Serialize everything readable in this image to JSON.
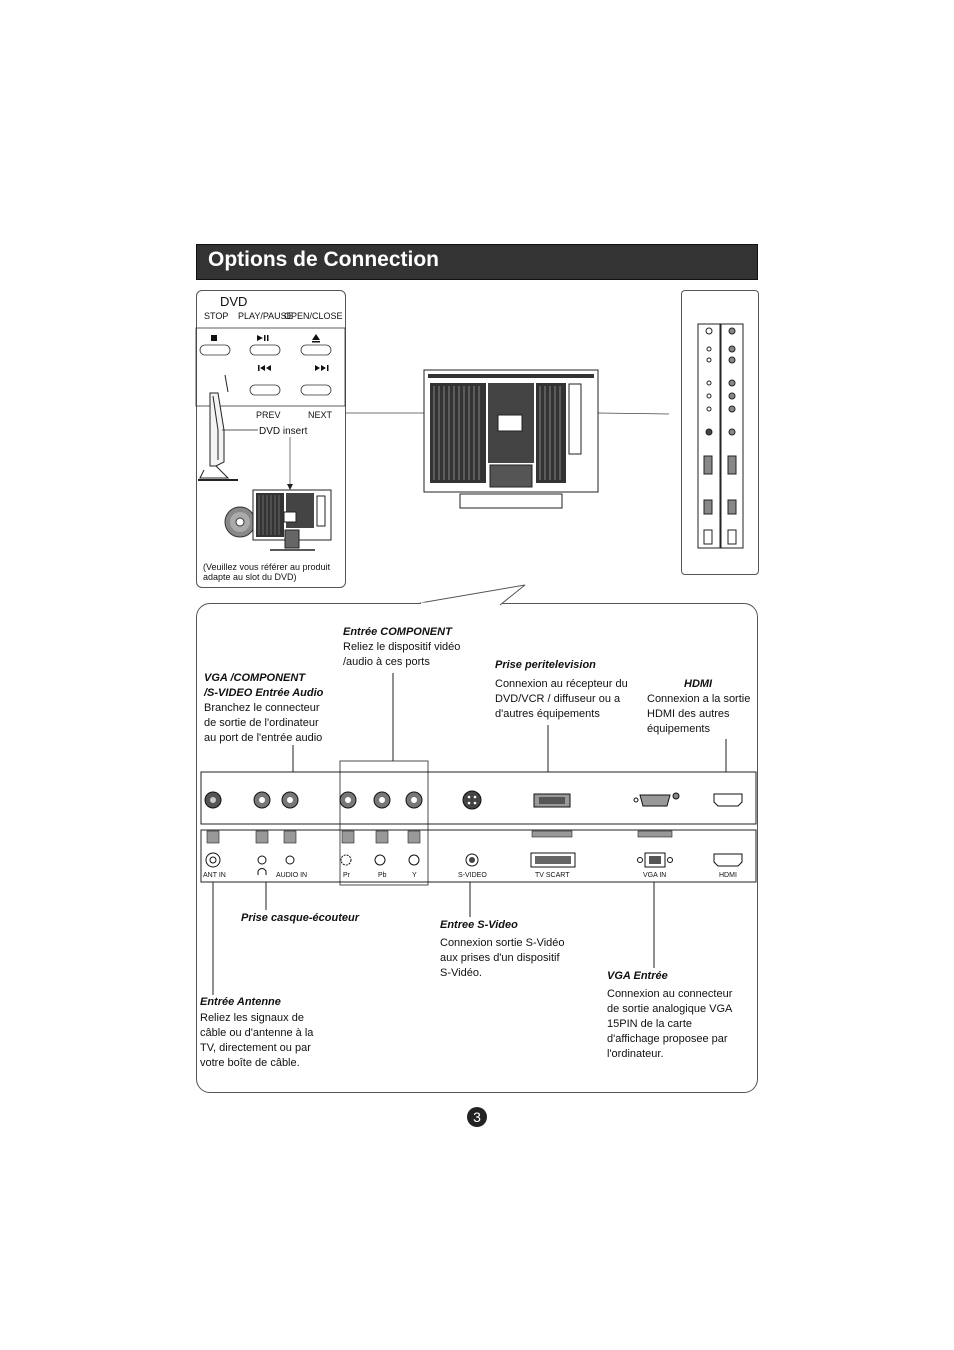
{
  "title": "Options de Connection",
  "dvd_panel": {
    "heading": "DVD",
    "buttons": {
      "stop": "STOP",
      "play_pause": "PLAY/PAUSE",
      "open_close": "OPEN/CLOSE",
      "prev": "PREV",
      "next": "NEXT"
    },
    "dvd_insert": "DVD insert",
    "note_line1": "(Veuillez vous référer au produit",
    "note_line2": "adapte au slot du DVD)"
  },
  "callouts": {
    "component": {
      "heading": "Entrée COMPONENT",
      "lines": [
        "Reliez le dispositif vidéo",
        "/audio à ces ports"
      ]
    },
    "vga_audio": {
      "heading_line1": "VGA /COMPONENT",
      "heading_line2": "/S-VIDEO Entrée Audio",
      "lines": [
        "Branchez le connecteur",
        "de sortie de l'ordinateur",
        "au port de l'entrée audio"
      ]
    },
    "scart": {
      "heading": "Prise peritelevision",
      "lines": [
        "Connexion au récepteur du",
        "DVD/VCR / diffuseur ou a",
        "d'autres équipements"
      ]
    },
    "hdmi": {
      "heading": "HDMI",
      "lines": [
        "Connexion a la sortie",
        "HDMI des autres",
        "équipements"
      ]
    },
    "headphone": {
      "heading": "Prise casque-écouteur"
    },
    "svideo": {
      "heading": "Entree S-Video",
      "lines": [
        "Connexion sortie S-Vidéo",
        "aux prises d'un dispositif",
        "S-Vidéo."
      ]
    },
    "vga": {
      "heading": "VGA Entrée",
      "lines": [
        "Connexion au connecteur",
        "de sortie analogique VGA",
        "15PIN de la carte",
        "d'affichage  proposee par",
        "l'ordinateur."
      ]
    },
    "antenna": {
      "heading": "Entrée Antenne",
      "lines": [
        "Reliez les signaux de",
        "câble ou d'antenne à la",
        "TV, directement ou par",
        "votre boîte de câble."
      ]
    }
  },
  "port_labels": {
    "ant_in": "ANT IN",
    "audio_in": "AUDIO IN",
    "pr": "Pr",
    "pb": "Pb",
    "y": "Y",
    "svideo": "S-VIDEO",
    "tv_scart": "TV SCART",
    "vga_in": "VGA IN",
    "hdmi": "HDMI"
  },
  "page_number": "3"
}
